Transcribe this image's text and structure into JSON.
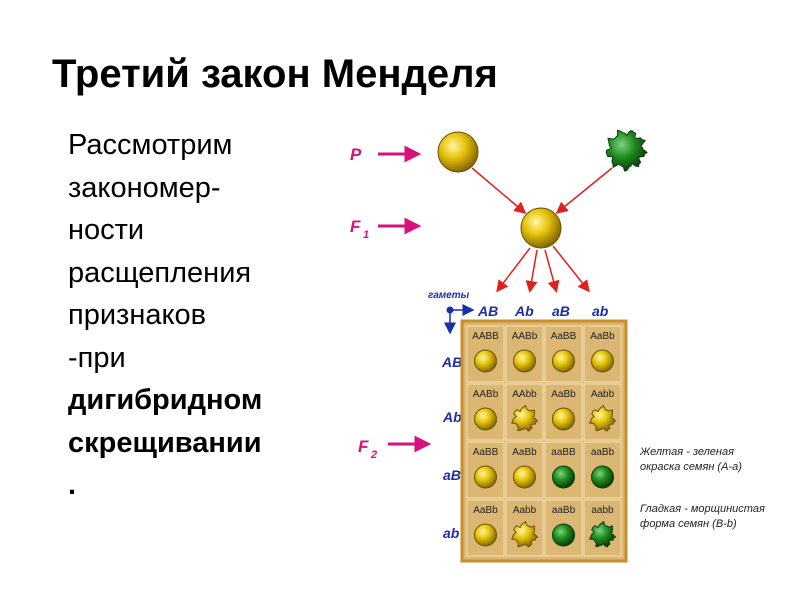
{
  "slide": {
    "title": "Третий закон Менделя",
    "text_lines": [
      "Рассмотрим",
      "закономер-",
      "ности",
      "расщепления",
      "признаков",
      "-при"
    ],
    "bold_lines": [
      "дигибридном",
      "скрещивании",
      "."
    ]
  },
  "diagram": {
    "generation_labels": {
      "p": "P",
      "f1": "F",
      "f1_sub": "1",
      "f2": "F",
      "f2_sub": "2"
    },
    "gametes_label": "гаметы",
    "gametes": [
      "AB",
      "Ab",
      "aB",
      "ab"
    ],
    "grid": [
      [
        {
          "genotype": "AABB",
          "color": "yellow",
          "shape": "smooth"
        },
        {
          "genotype": "AABb",
          "color": "yellow",
          "shape": "smooth"
        },
        {
          "genotype": "AaBB",
          "color": "yellow",
          "shape": "smooth"
        },
        {
          "genotype": "AaBb",
          "color": "yellow",
          "shape": "smooth"
        }
      ],
      [
        {
          "genotype": "AABb",
          "color": "yellow",
          "shape": "smooth"
        },
        {
          "genotype": "AAbb",
          "color": "yellow",
          "shape": "wrinkled"
        },
        {
          "genotype": "AaBb",
          "color": "yellow",
          "shape": "smooth"
        },
        {
          "genotype": "Aabb",
          "color": "yellow",
          "shape": "wrinkled"
        }
      ],
      [
        {
          "genotype": "AaBB",
          "color": "yellow",
          "shape": "smooth"
        },
        {
          "genotype": "AaBb",
          "color": "yellow",
          "shape": "smooth"
        },
        {
          "genotype": "aaBB",
          "color": "green",
          "shape": "smooth"
        },
        {
          "genotype": "aaBb",
          "color": "green",
          "shape": "smooth"
        }
      ],
      [
        {
          "genotype": "AaBb",
          "color": "yellow",
          "shape": "smooth"
        },
        {
          "genotype": "Aabb",
          "color": "yellow",
          "shape": "wrinkled"
        },
        {
          "genotype": "aaBb",
          "color": "green",
          "shape": "smooth"
        },
        {
          "genotype": "aabb",
          "color": "green",
          "shape": "wrinkled"
        }
      ]
    ],
    "legend": [
      [
        "Желтая - зеленая",
        "окраска семян (А-а)"
      ],
      [
        "Гладкая - морщинистая",
        "форма семян (В-b)"
      ]
    ],
    "colors": {
      "arrow_gen": "#d9117a",
      "arrow_red": "#e0201e",
      "gamete_text": "#1a2fa8",
      "grid_bg": "#dcb774",
      "grid_border": "#c88f2a",
      "pea_yellow": "#e8c70f",
      "pea_green": "#1e8a1e"
    },
    "pea_icons": {
      "yellow": "yellow-pea-icon",
      "green": "green-pea-icon"
    }
  }
}
